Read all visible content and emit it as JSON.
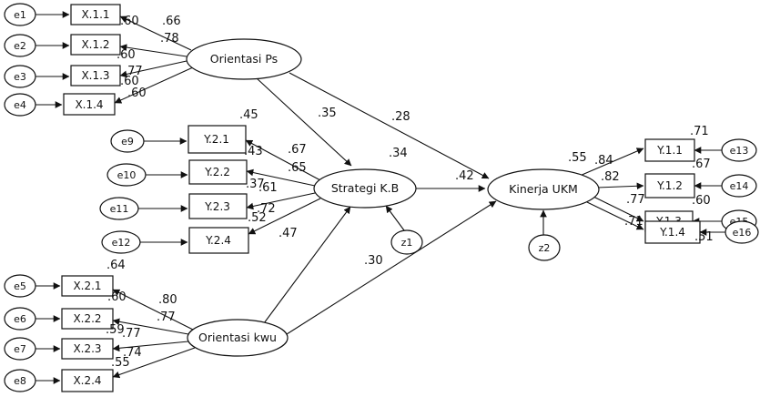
{
  "latents": {
    "orientasi_ps": "Orientasi Ps",
    "orientasi_kwu": "Orientasi kwu",
    "strategi_kb": "Strategi K.B",
    "kinerja_ukm": "Kinerja UKM"
  },
  "indicators": {
    "x11": "X.1.1",
    "x12": "X.1.2",
    "x13": "X.1.3",
    "x14": "X.1.4",
    "x21": "X.2.1",
    "x22": "X.2.2",
    "x23": "X.2.3",
    "x24": "X.2.4",
    "y21": "Y.2.1",
    "y22": "Y.2.2",
    "y23": "Y.2.3",
    "y24": "Y.2.4",
    "y11": "Y.1.1",
    "y12": "Y.1.2",
    "y13": "Y.1.3",
    "y14": "Y.1.4"
  },
  "errors": {
    "e1": "e1",
    "e2": "e2",
    "e3": "e3",
    "e4": "e4",
    "e5": "e5",
    "e6": "e6",
    "e7": "e7",
    "e8": "e8",
    "e9": "e9",
    "e10": "e10",
    "e11": "e11",
    "e12": "e12",
    "e13": "e13",
    "e14": "e14",
    "e15": "e15",
    "e16": "e16",
    "z1": "z1",
    "z2": "z2"
  },
  "coefficients": {
    "x11_r2": ".60",
    "x11_load": ".66",
    "x12_r2": ".60",
    "x12_load": ".78",
    "x13_r2": ".77",
    "x13_load": ".60",
    "x14_r2": ".60",
    "ps_to_skb": ".35",
    "ps_to_ukm": ".28",
    "skb_r2": ".34",
    "skb_to_ukm": ".42",
    "y21_r2": ".45",
    "y21_load": ".67",
    "y22_r2": ".43",
    "y22_load": ".65",
    "y23_r2": ".37",
    "y23_load": ".61",
    "y24_r2": ".72",
    "y24_load": ".52",
    "kwu_to_skb": ".47",
    "kwu_to_ukm": ".30",
    "x21_r2": ".64",
    "x21_load": ".80",
    "x22_r2": ".60",
    "x22_load": ".77",
    "x23_r2": ".59",
    "x23_load": ".77",
    "x24_r2": ".74",
    "x24_load": ".55",
    "ukm_r2": ".55",
    "y11_load": ".84",
    "y11_r2": ".71",
    "y12_load": ".82",
    "y12_r2": ".67",
    "y13_load": ".77",
    "y13_r2": ".60",
    "y14_load": ".71",
    "y14_r2": ".51"
  }
}
